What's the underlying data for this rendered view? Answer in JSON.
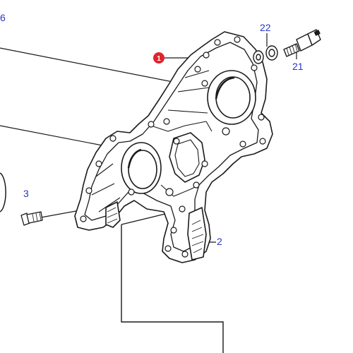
{
  "colors": {
    "line": "#1a1a1a",
    "callout_text": "#2a35c9",
    "marker_fill": "#e0232e",
    "marker_text": "#ffffff",
    "background": "#ffffff"
  },
  "callouts": {
    "part_6": "6",
    "part_22": "22",
    "part_21": "21",
    "part_3": "3",
    "part_2": "2",
    "part_1": "1"
  }
}
